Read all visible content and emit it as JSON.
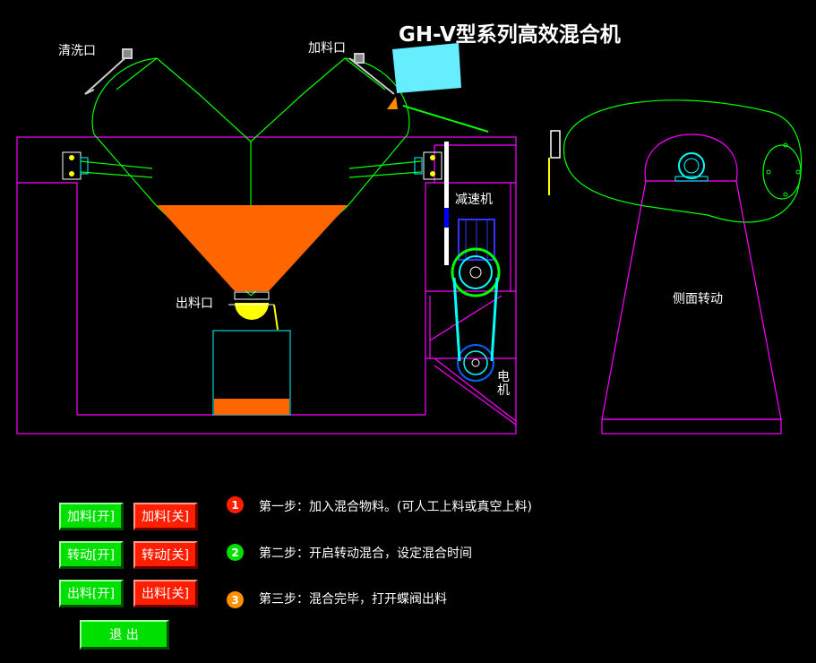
{
  "title": "GH-V型系列高效混合机",
  "labels": {
    "wash_port": "清洗口",
    "feed_port": "加料口",
    "discharge_port": "出料口",
    "reducer": "减速机",
    "motor_line1": "电",
    "motor_line2": "机",
    "side_rotation": "侧面转动"
  },
  "buttons": {
    "feed_on": "加料[开]",
    "feed_off": "加料[关]",
    "rotate_on": "转动[开]",
    "rotate_off": "转动[关]",
    "discharge_on": "出料[开]",
    "discharge_off": "出料[关]",
    "exit": "退 出"
  },
  "steps": [
    {
      "num": "1",
      "text": "第一步：加入混合物料。(可人工上料或真空上料)",
      "color": "#ff1e00"
    },
    {
      "num": "2",
      "text": "第二步：开启转动混合，设定混合时间",
      "color": "#00e000"
    },
    {
      "num": "3",
      "text": "第三步：混合完毕，打开蝶阀出料",
      "color": "#ff9000"
    }
  ],
  "colors": {
    "frame": "#ff00ff",
    "outline": "#00ff00",
    "material": "#ff6600",
    "cyan": "#00ffff",
    "valve": "#ffff00"
  }
}
